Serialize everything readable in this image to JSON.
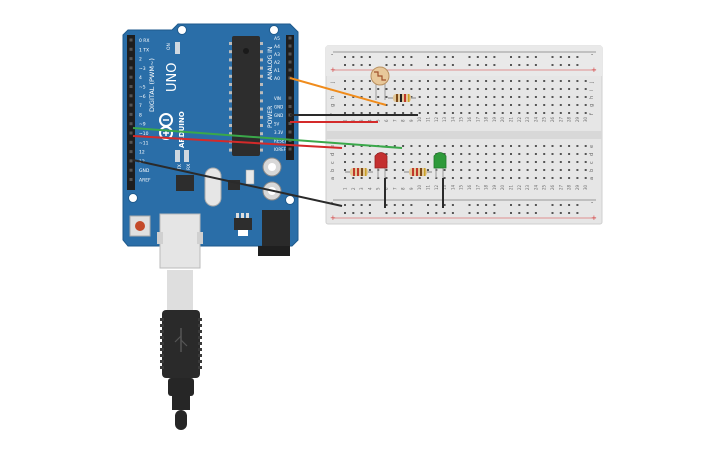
{
  "arduino": {
    "model_label": "UNO",
    "brand_label": "ARDUINO",
    "on_label": "ON",
    "tx_label": "TX",
    "rx_label": "RX",
    "digital_label": "DIGITAL (PWM~)",
    "analog_label": "ANALOG IN",
    "power_label": "POWER",
    "digital_pins": [
      "0 RX",
      "1 TX",
      "2",
      "~3",
      "4",
      "~5",
      "~6",
      "7",
      "8",
      "~9",
      "~10",
      "~11",
      "12",
      "13",
      "GND",
      "AREF"
    ],
    "analog_pins": [
      "A0",
      "A1",
      "A2",
      "A3",
      "A4",
      "A5"
    ],
    "power_pins": [
      "VIN",
      "GND",
      "GND",
      "5V",
      "3.3V",
      "RESET",
      "IOREF"
    ]
  },
  "breadboard": {
    "row_letters_top": [
      "j",
      "i",
      "h",
      "g",
      "f"
    ],
    "row_letters_bottom": [
      "e",
      "d",
      "c",
      "b",
      "a"
    ],
    "column_count": 30,
    "plus_label": "+",
    "minus_label": "-"
  },
  "colors": {
    "board": "#2a6ea8",
    "breadboard": "#e8e8e8",
    "wire_orange": "#f08c1c",
    "wire_black": "#2a2a2a",
    "wire_red": "#d42a2a",
    "wire_green": "#3aa84a",
    "led_red": "#c43030",
    "led_green": "#2e9a3a"
  },
  "components": [
    "photoresistor",
    "resistor-1",
    "resistor-2",
    "resistor-3",
    "led-red",
    "led-green",
    "usb-cable"
  ]
}
